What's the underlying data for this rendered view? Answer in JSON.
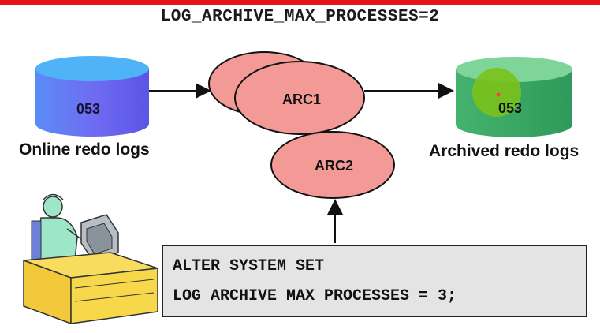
{
  "title": "LOG_ARCHIVE_MAX_PROCESSES=2",
  "online_logs": {
    "value": "053",
    "label": "Online redo logs"
  },
  "archived_logs": {
    "value": "053",
    "label": "Archived redo logs"
  },
  "processes": {
    "arc1": "ARC1",
    "arc2": "ARC2"
  },
  "command": {
    "line1": "ALTER SYSTEM SET",
    "line2": "LOG_ARCHIVE_MAX_PROCESSES = 3;"
  },
  "colors": {
    "top_bar": "#e8141b",
    "online_cylinder": "#4f73f0",
    "archived_cylinder": "#3aa565",
    "process_fill": "#f49a96",
    "command_box": "#e4e4e4"
  }
}
